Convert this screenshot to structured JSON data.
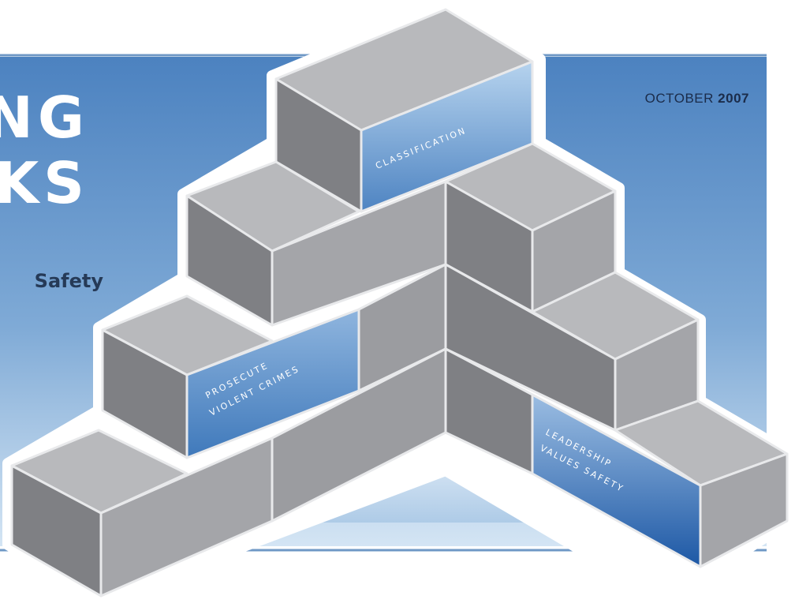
{
  "cover": {
    "title_line_1": "NG",
    "title_line_2": "KS",
    "subtitle": "Safety",
    "issue_month": "OCTOBER",
    "issue_year": "2007"
  },
  "blocks": {
    "top_block_label": "CLASSIFICATION",
    "left_block_label_line_1": "PROSECUTE",
    "left_block_label_line_2": "VIOLENT CRIMES",
    "right_block_label_line_1": "LEADERSHIP",
    "right_block_label_line_2": "VALUES SAFETY"
  },
  "colors": {
    "banner_blue": "#4f86c2",
    "rule_blue": "#6f98c6",
    "block_top": "#b7b8bb",
    "block_face_mid": "#9b9ca0",
    "block_face_dark": "#7d7e82",
    "label_face_light": "#a9c9e8",
    "label_face_dark": "#2d64a8"
  }
}
